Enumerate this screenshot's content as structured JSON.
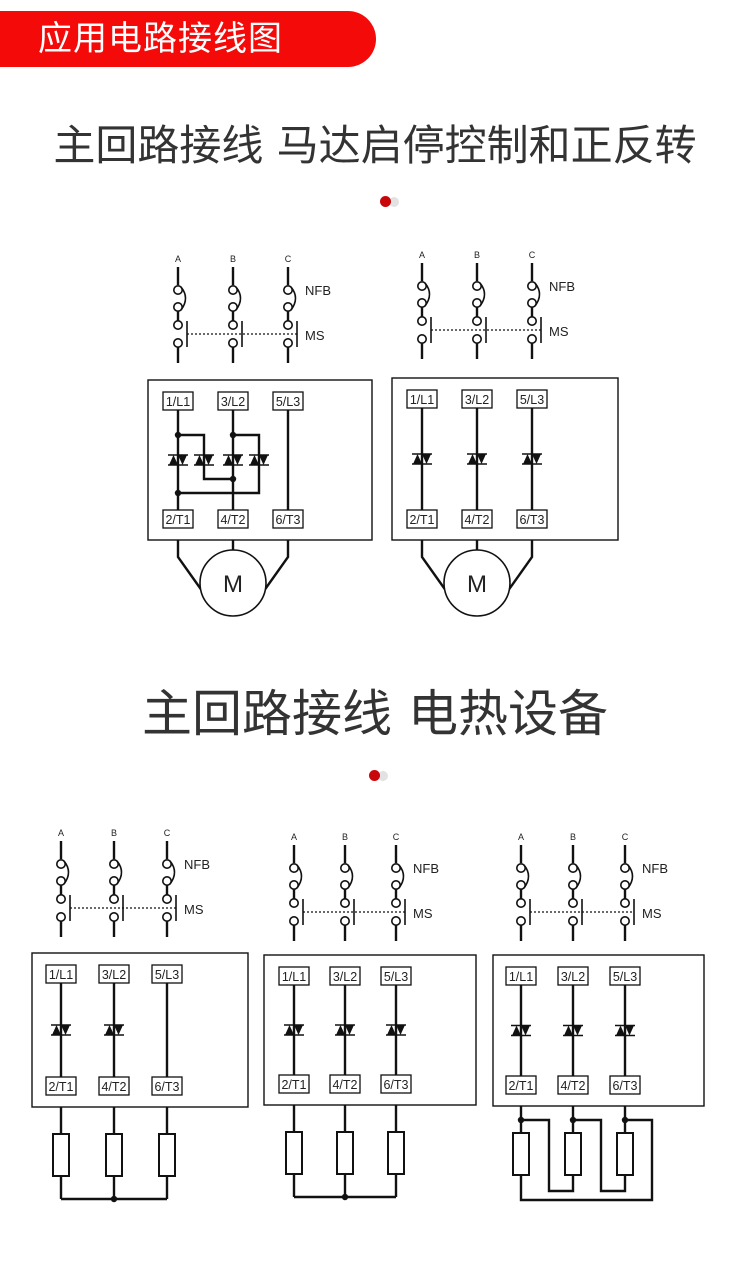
{
  "banner": {
    "title": "应用电路接线图"
  },
  "sections": [
    {
      "title": "主回路接线 马达启停控制和正反转",
      "pagination": {
        "active": 1,
        "total": 2
      },
      "diagrams": [
        {
          "id": "motor-reversing",
          "load": "motor",
          "motor_label": "M",
          "scr_layout": "reversing-4-scr"
        },
        {
          "id": "motor-start-stop",
          "load": "motor",
          "motor_label": "M",
          "scr_layout": "one-per-phase"
        }
      ]
    },
    {
      "title": "主回路接线 电热设备",
      "pagination": {
        "active": 1,
        "total": 2
      },
      "diagrams": [
        {
          "id": "heater-two-phase-star",
          "load": "heater-star",
          "scr_phases": [
            true,
            true,
            false
          ]
        },
        {
          "id": "heater-three-phase-star",
          "load": "heater-star",
          "scr_phases": [
            true,
            true,
            true
          ]
        },
        {
          "id": "heater-three-phase-delta",
          "load": "heater-delta",
          "scr_phases": [
            true,
            true,
            true
          ]
        }
      ]
    }
  ],
  "labels": {
    "phases": [
      "A",
      "B",
      "C"
    ],
    "breaker": "NFB",
    "switch": "MS",
    "inputs": [
      "1/L1",
      "3/L2",
      "5/L3"
    ],
    "outputs": [
      "2/T1",
      "4/T2",
      "6/T3"
    ]
  }
}
